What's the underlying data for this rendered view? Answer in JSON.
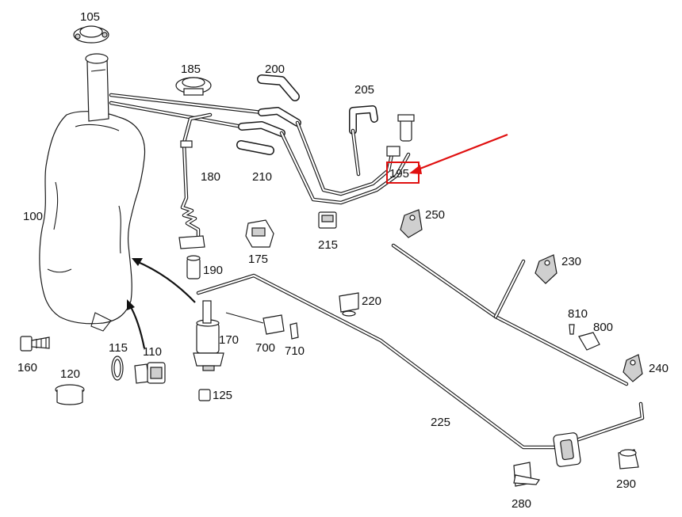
{
  "diagram": {
    "highlight_color": "#e01010",
    "highlighted_label": "195",
    "labels": {
      "l105": "105",
      "l185": "185",
      "l200": "200",
      "l205": "205",
      "l100": "100",
      "l180": "180",
      "l210": "210",
      "l195": "195",
      "l250": "250",
      "l175": "175",
      "l215": "215",
      "l190": "190",
      "l230": "230",
      "l220": "220",
      "l170": "170",
      "l700": "700",
      "l710": "710",
      "l810": "810",
      "l800": "800",
      "l115": "115",
      "l110": "110",
      "l160": "160",
      "l120": "120",
      "l125": "125",
      "l240": "240",
      "l225": "225",
      "l280": "280",
      "l290": "290"
    }
  }
}
